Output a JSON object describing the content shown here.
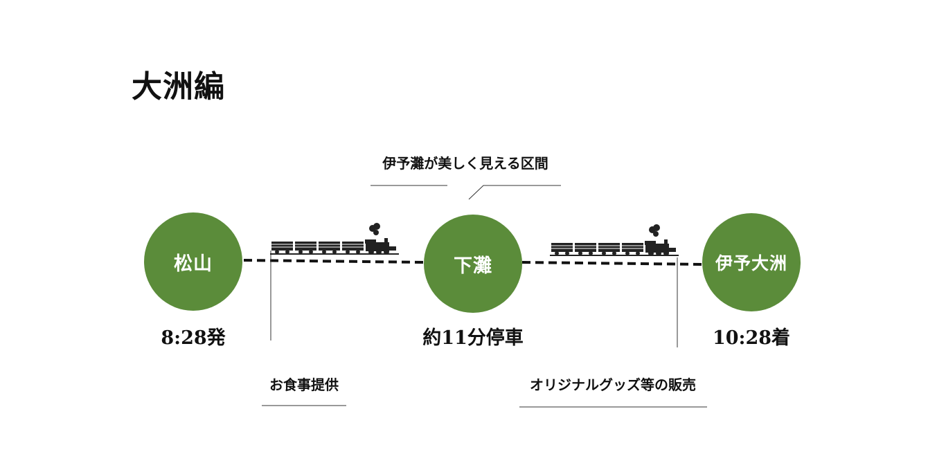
{
  "title": "大洲編",
  "stations": [
    {
      "name": "松山",
      "time": "8:28発"
    },
    {
      "name": "下灘",
      "time": "約11分停車"
    },
    {
      "name": "伊予大洲",
      "time": "10:28着"
    }
  ],
  "notes": {
    "scenic_section": "伊予灘が美しく見える区間",
    "meal": "お食事提供",
    "goods": "オリジナルグッズ等の販売"
  },
  "colors": {
    "station_fill": "#5b8c3a",
    "text": "#111111"
  },
  "icons": [
    "steam-train-icon"
  ]
}
